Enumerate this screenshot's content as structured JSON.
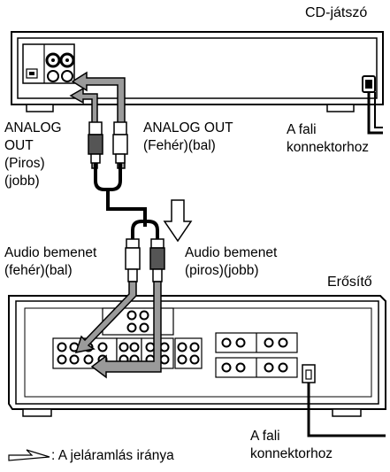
{
  "cd_player": {
    "title": "CD-játszó"
  },
  "amplifier": {
    "title": "Erősítő"
  },
  "cd_labels": {
    "left": [
      "ANALOG",
      "OUT",
      "(Piros)",
      "(jobb)"
    ],
    "right": [
      "ANALOG OUT",
      "(Fehér)(bal)"
    ]
  },
  "wall_top": [
    "A fali",
    "konnektorhoz"
  ],
  "audio_labels": {
    "left": [
      "Audio bemenet",
      "(fehér)(bal)"
    ],
    "right": [
      "Audio bemenet",
      "(piros)(jobb)"
    ]
  },
  "wall_bottom": [
    "A fali",
    "konnektorhoz"
  ],
  "legend": {
    "text": ": A jeláramlás iránya",
    "icon": "signal-flow-arrow-icon"
  }
}
